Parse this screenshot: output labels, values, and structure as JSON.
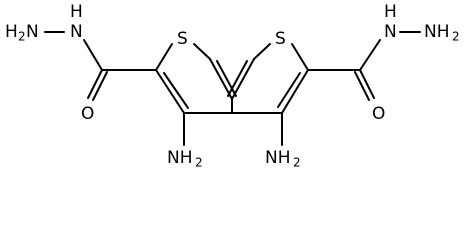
{
  "molecule": {
    "atoms": {
      "s_left": "S",
      "s_right": "S",
      "nh_left": "N",
      "nh_left_h": "H",
      "h2n_left": "H",
      "h2n_left_sub": "2",
      "h2n_left_n": "N",
      "o_left": "O",
      "nh2_left": "NH",
      "nh2_left_sub": "2",
      "nh2_right": "NH",
      "nh2_right_sub": "2",
      "o_right": "O",
      "nh_right": "N",
      "nh_right_h": "H",
      "nh2_end_right": "NH",
      "nh2_end_right_sub": "2"
    }
  }
}
